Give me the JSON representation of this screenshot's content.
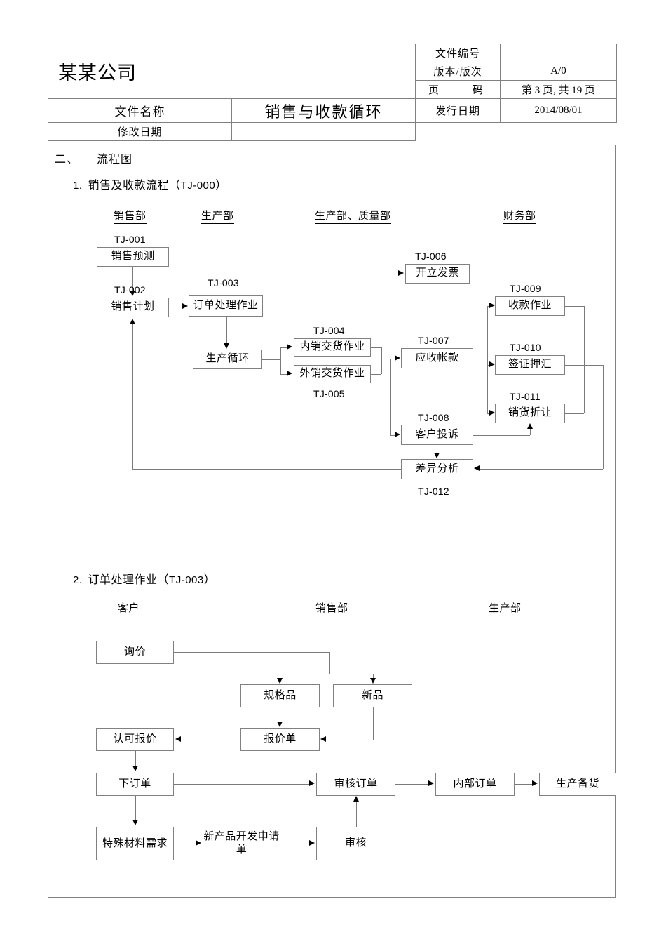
{
  "header": {
    "company": "某某公司",
    "rows": [
      {
        "label": "文件编号",
        "value": ""
      },
      {
        "label": "版本/版次",
        "value": "A/0"
      },
      {
        "label": "页　　码",
        "value": "第 3 页, 共 19 页"
      },
      {
        "label": "发行日期",
        "value": "2014/08/01"
      },
      {
        "label": "修改日期",
        "value": ""
      }
    ],
    "doc_name_label": "文件名称",
    "doc_name_value": "销售与收款循环"
  },
  "section": {
    "number": "二、",
    "title": "流程图"
  },
  "flow1": {
    "sn": "1.",
    "title": "销售及收款流程（",
    "code": "TJ-000",
    "title_end": "）",
    "lanes": [
      {
        "label": "销售部"
      },
      {
        "label": "生产部"
      },
      {
        "label": "生产部、质量部"
      },
      {
        "label": "财务部"
      }
    ],
    "nodes": [
      {
        "code": "TJ-001",
        "label": "销售预测"
      },
      {
        "code": "TJ-002",
        "label": "销售计划"
      },
      {
        "code": "TJ-003",
        "label": "订单处理作业"
      },
      {
        "code": "",
        "label": "生产循环"
      },
      {
        "code": "TJ-004",
        "label": "内销交货作业"
      },
      {
        "code": "TJ-005",
        "label": "外销交货作业"
      },
      {
        "code": "TJ-006",
        "label": "开立发票"
      },
      {
        "code": "TJ-007",
        "label": "应收帐款"
      },
      {
        "code": "TJ-008",
        "label": "客户投诉"
      },
      {
        "code": "TJ-009",
        "label": "收款作业"
      },
      {
        "code": "TJ-010",
        "label": "签证押汇"
      },
      {
        "code": "TJ-011",
        "label": "销货折让"
      },
      {
        "code": "TJ-012",
        "label": "差异分析"
      }
    ]
  },
  "flow2": {
    "sn": "2.",
    "title": "订单处理作业（",
    "code": "TJ-003",
    "title_end": "）",
    "lanes": [
      {
        "label": "客户"
      },
      {
        "label": "销售部"
      },
      {
        "label": "生产部"
      }
    ],
    "nodes": [
      {
        "label": "询价"
      },
      {
        "label": "规格品"
      },
      {
        "label": "新品"
      },
      {
        "label": "报价单"
      },
      {
        "label": "认可报价"
      },
      {
        "label": "下订单"
      },
      {
        "label": "审核订单"
      },
      {
        "label": "内部订单"
      },
      {
        "label": "生产备货"
      },
      {
        "label": "特殊材料需求"
      },
      {
        "label": "新产品开发申请单"
      },
      {
        "label": "审核"
      }
    ]
  }
}
